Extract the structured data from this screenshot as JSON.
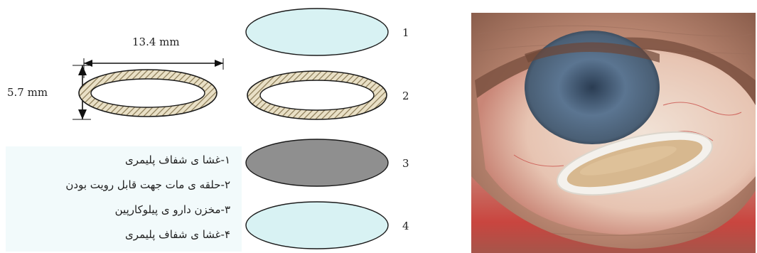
{
  "dimensions": {
    "width_label": "13.4 mm",
    "height_label": "5.7 mm"
  },
  "layers": [
    {
      "number": "1",
      "fill": "#d8f2f3",
      "kind": "clear-membrane"
    },
    {
      "number": "2",
      "fill": "#e6dcc3",
      "kind": "hatched-ring"
    },
    {
      "number": "3",
      "fill": "#8f8f8f",
      "kind": "drug-reservoir"
    },
    {
      "number": "4",
      "fill": "#d8f2f3",
      "kind": "clear-membrane"
    }
  ],
  "legend": [
    "۱-غشا ی شفاف پلیمری",
    "۲-حلقه ی مات جهت قابل رویت بودن",
    "۳-مخزن دارو ی پیلوکارپین",
    "۴-غشا ی شفاف پلیمری"
  ],
  "colors": {
    "legend_bg": "#f2fafb",
    "ring_hatch": "#8a7a55",
    "outline": "#1a1a1a"
  }
}
